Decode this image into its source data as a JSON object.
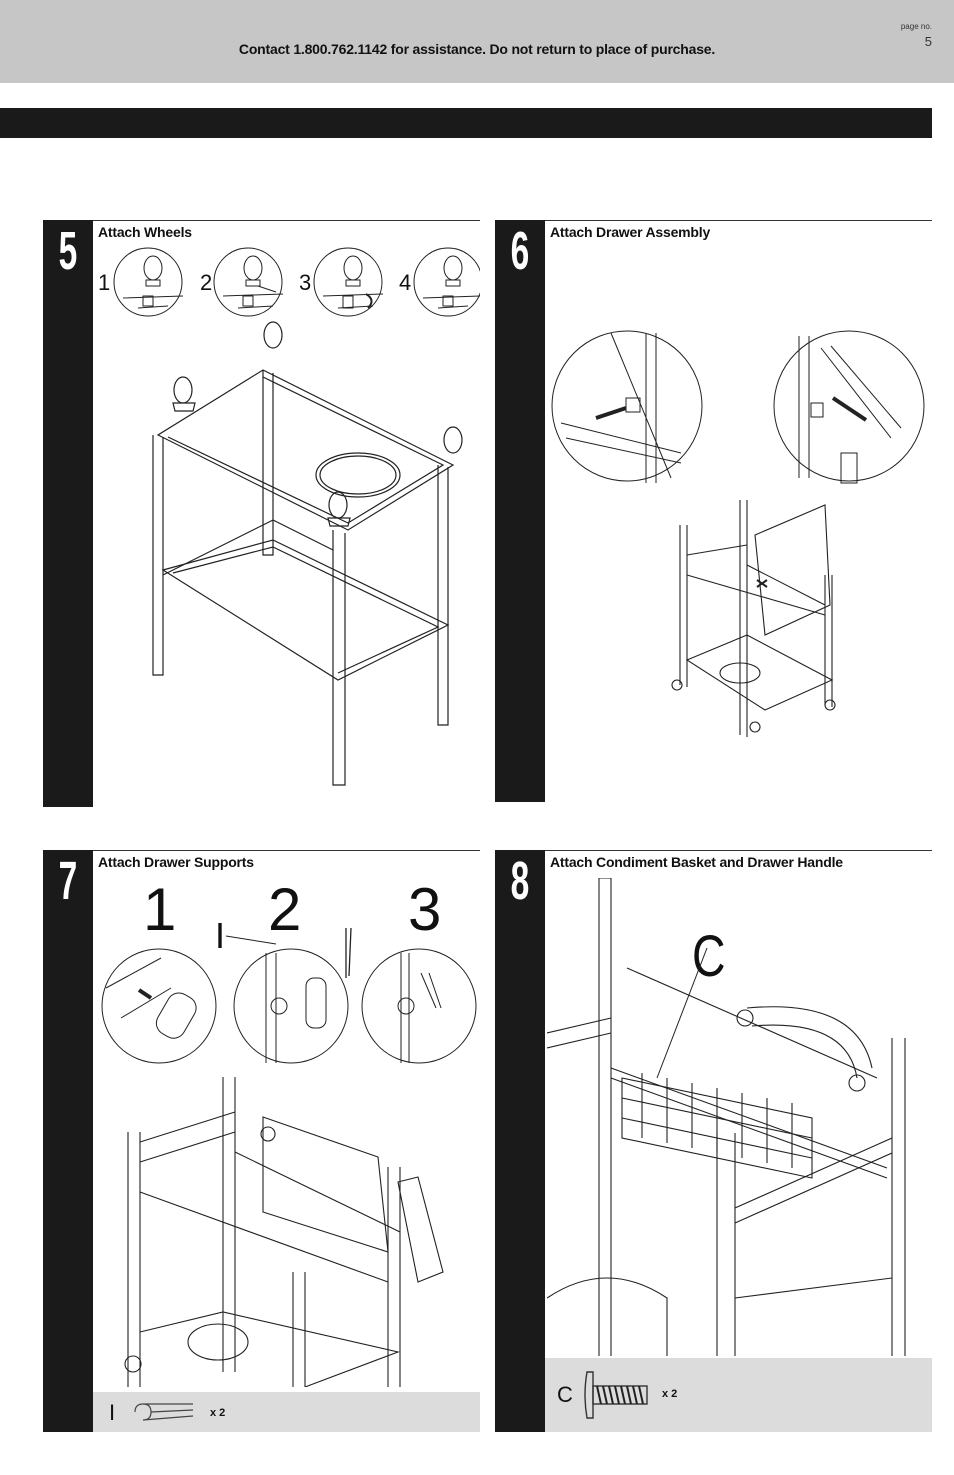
{
  "header": {
    "contact": "Contact 1.800.762.1142 for assistance. Do not return to place of purchase.",
    "page_label": "page no.",
    "page_number": "5"
  },
  "steps": [
    {
      "number": "5",
      "title": "Attach Wheels",
      "sub_labels": [
        "1",
        "2",
        "3",
        "4"
      ]
    },
    {
      "number": "6",
      "title": "Attach Drawer Assembly"
    },
    {
      "number": "7",
      "title": "Attach Drawer Supports",
      "sub_labels": [
        "1",
        "2",
        "3"
      ],
      "callout": "I",
      "part": {
        "letter": "I",
        "qty": "x 2"
      }
    },
    {
      "number": "8",
      "title": "Attach Condiment Basket and Drawer Handle",
      "callout": "C",
      "part": {
        "letter": "C",
        "qty": "x 2"
      }
    }
  ]
}
